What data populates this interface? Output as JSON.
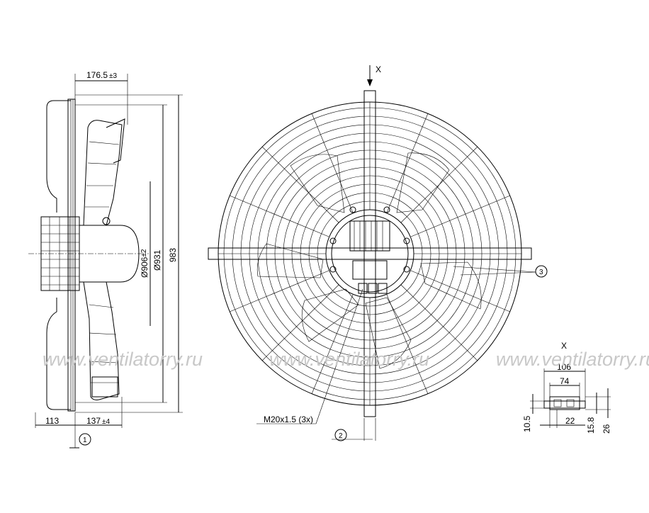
{
  "side_view": {
    "dim_top": "176.5",
    "dim_top_tol": "±3",
    "dim_dia1": "Ø906",
    "dim_dia1_tol": "±2",
    "dim_dia2": "Ø931",
    "dim_dia3": "983",
    "dim_bottom_left": "113",
    "dim_bottom_right": "137",
    "dim_bottom_right_tol": "±4",
    "marker": "1"
  },
  "front_view": {
    "section_label_top": "X",
    "thread_callout": "M20x1.5 (3x)",
    "marker_2": "2",
    "marker_3": "3"
  },
  "detail_x": {
    "title": "X",
    "dim_width_outer": "106",
    "dim_width_inner": "74",
    "dim_left": "10.5",
    "dim_bottom": "22",
    "dim_right1": "15.8",
    "dim_right2": "26"
  },
  "watermark": {
    "text_1": "www.ventilatorry.ru",
    "text_2": "www.ventilatorry.ru",
    "text_3": "www.ventilatorry.ru"
  }
}
